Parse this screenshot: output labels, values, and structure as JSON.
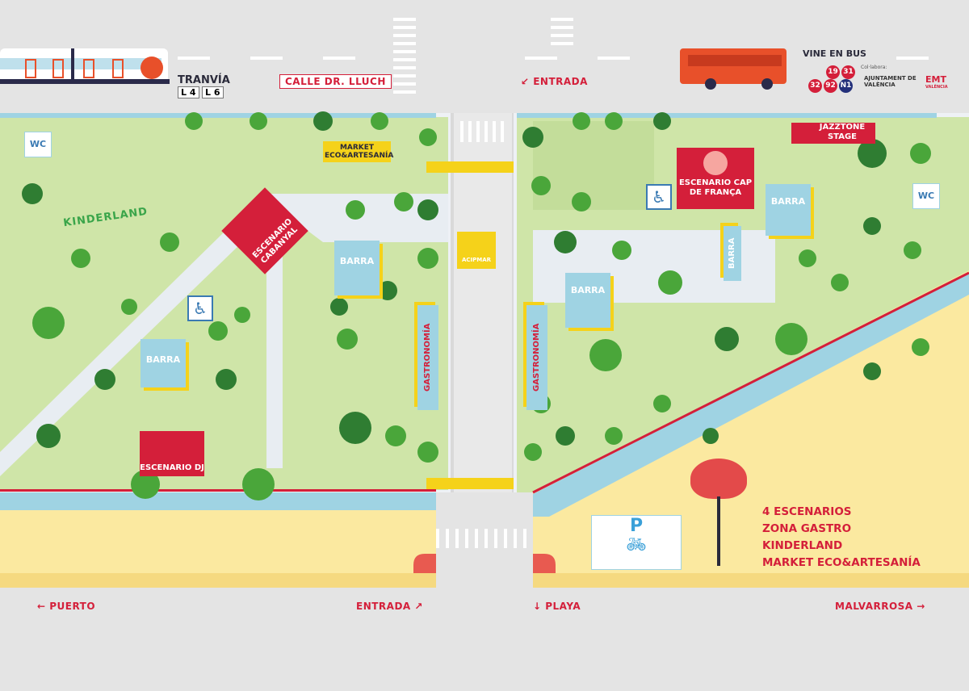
{
  "transport": {
    "tram_label": "TRANVÍA",
    "tram_lines": [
      "L 4",
      "L 6"
    ],
    "bus_label": "VINE EN BUS",
    "bus_lines": [
      "19",
      "31",
      "32",
      "92",
      "N1"
    ],
    "collab_label": "Col·labora:",
    "sponsor_1": "AJUNTAMENT DE VALÈNCIA",
    "sponsor_2": "EMT",
    "sponsor_2_sub": "VALÈNCIA"
  },
  "streets": {
    "calle": "CALLE DR. LLUCH",
    "entrada_top": "↙ ENTRADA",
    "puerto": "← PUERTO",
    "entrada_bottom": "ENTRADA ↗",
    "playa": "↓ PLAYA",
    "malvarrosa": "MALVARROSA →"
  },
  "venues": {
    "wc_left": "WC",
    "wc_right": "WC",
    "kinderland": "KINDERLAND",
    "market": "MARKET ECO&ARTESANÍA",
    "escenario_cabanyal": "ESCENARIO CABANYAL",
    "escenario_dj": "ESCENARIO DJ",
    "escenario_cap": "ESCENARIO CAP DE FRANÇA",
    "jazztone": "JAZZTONE STAGE",
    "barra": "BARRA",
    "gastronomia": "GASTRONOMÍA",
    "acipmar": "ACIPMAR",
    "parking": "P"
  },
  "legend": [
    "4 ESCENARIOS",
    "ZONA GASTRO",
    "KINDERLAND",
    "MARKET ECO&ARTESANÍA"
  ],
  "colors": {
    "accent": "#d41f3a",
    "park": "#cfe5a8",
    "beach": "#fbe9a0",
    "water": "#9fd3e3",
    "yellow": "#f5d21a"
  }
}
